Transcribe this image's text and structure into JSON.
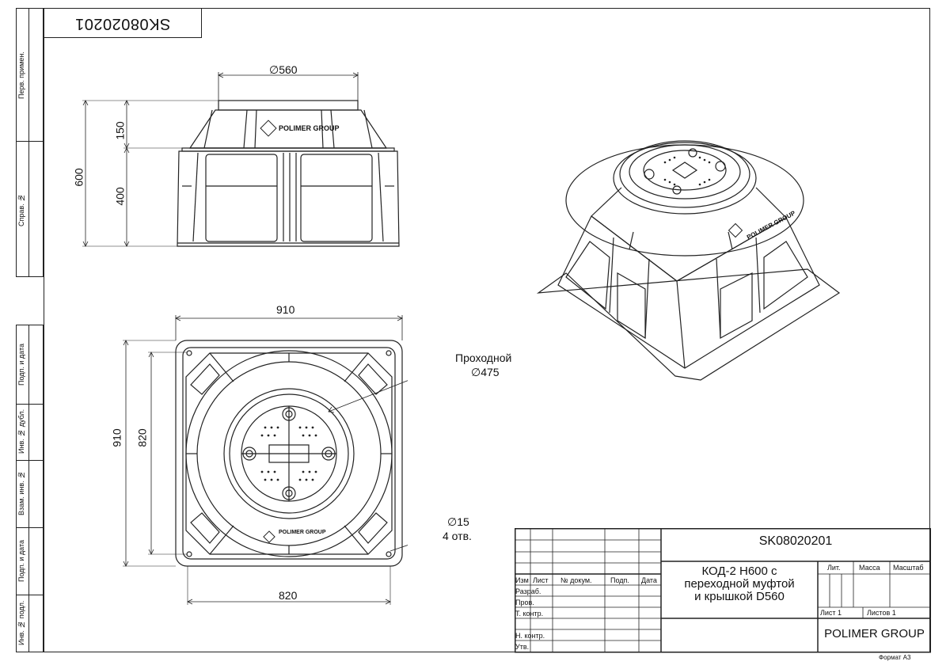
{
  "drawing": {
    "doc_code": "SK08020201",
    "doc_code_rotated": "SK08020201",
    "title_line1": "КОД-2 Н600 с",
    "title_line2": "переходной муфтой",
    "title_line3": "и крышкой D560",
    "company": "POLIMER GROUP",
    "format": "Формат А3"
  },
  "side_labels": {
    "perv_primen": "Перв. примен.",
    "sprav_no": "Справ. №",
    "podp_data_1": "Подп. и дата",
    "inv_dubl": "Инв. № дубл.",
    "vzam_inv": "Взам. инв. №",
    "podp_data_2": "Подп. и дата",
    "inv_podl": "Инв. № подл."
  },
  "dimensions": {
    "top_diameter": "∅560",
    "height_total": "600",
    "height_top": "150",
    "height_bottom": "400",
    "plan_width_top": "910",
    "plan_height_left": "910",
    "plan_height_inner": "820",
    "plan_width_bottom": "820",
    "passage_label": "Проходной",
    "passage_diameter": "∅475",
    "hole_diameter": "∅15",
    "hole_count": "4 отв."
  },
  "title_block": {
    "izm": "Изм",
    "list": "Лист",
    "doc_no": "№ докум.",
    "podp": "Подп.",
    "data": "Дата",
    "razrab": "Разраб.",
    "prov": "Пров.",
    "t_kontr": "Т. контр.",
    "n_kontr": "Н. контр.",
    "utv": "Утв.",
    "lit": "Лит.",
    "massa": "Масса",
    "masshtab": "Масштаб",
    "list_1": "Лист 1",
    "listov_1": "Листов 1"
  },
  "logos": {
    "side_logo": "POLIMER GROUP",
    "plan_logo": "POLIMER GROUP",
    "iso_logo": "POLIMER GROUP"
  }
}
